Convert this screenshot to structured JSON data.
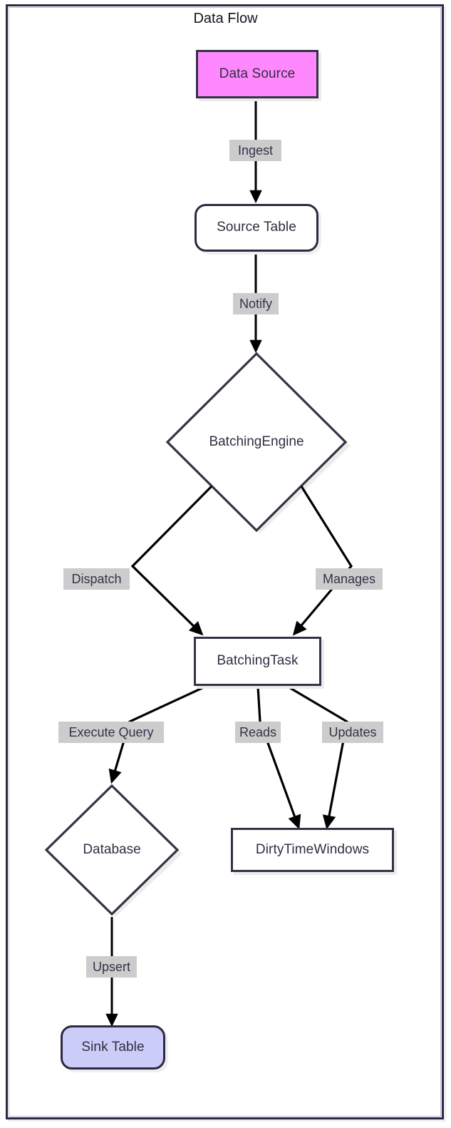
{
  "diagram": {
    "title": "Data Flow",
    "type": "flowchart",
    "direction": "top-down",
    "colors": {
      "frame_border": "#2b2a42",
      "frame_inner_border": "#b9bbd1",
      "node_stroke": "#333344",
      "node_text": "#2f2e41",
      "edge_stroke": "#000000",
      "edge_label_bg": "#cccccc",
      "data_source_fill": "#ff88ff",
      "sink_table_fill": "#ccccf9",
      "default_fill": "#ffffff"
    },
    "nodes": [
      {
        "id": "data_source",
        "label": "Data Source",
        "shape": "rect",
        "fill": "#ff88ff"
      },
      {
        "id": "source_table",
        "label": "Source Table",
        "shape": "rounded",
        "fill": "#ffffff"
      },
      {
        "id": "batching_engine",
        "label": "BatchingEngine",
        "shape": "diamond",
        "fill": "#ffffff"
      },
      {
        "id": "batching_task",
        "label": "BatchingTask",
        "shape": "rect",
        "fill": "#ffffff"
      },
      {
        "id": "database",
        "label": "Database",
        "shape": "diamond",
        "fill": "#ffffff"
      },
      {
        "id": "dirty_time_windows",
        "label": "DirtyTimeWindows",
        "shape": "rect",
        "fill": "#ffffff"
      },
      {
        "id": "sink_table",
        "label": "Sink Table",
        "shape": "rounded",
        "fill": "#ccccf9"
      }
    ],
    "edges": [
      {
        "from": "data_source",
        "to": "source_table",
        "label": "Ingest"
      },
      {
        "from": "source_table",
        "to": "batching_engine",
        "label": "Notify"
      },
      {
        "from": "batching_engine",
        "to": "batching_task",
        "label": "Dispatch"
      },
      {
        "from": "batching_engine",
        "to": "batching_task",
        "label": "Manages"
      },
      {
        "from": "batching_task",
        "to": "database",
        "label": "Execute Query"
      },
      {
        "from": "batching_task",
        "to": "dirty_time_windows",
        "label": "Reads"
      },
      {
        "from": "batching_task",
        "to": "dirty_time_windows",
        "label": "Updates"
      },
      {
        "from": "database",
        "to": "sink_table",
        "label": "Upsert"
      }
    ],
    "edge_labels": {
      "ingest": "Ingest",
      "notify": "Notify",
      "dispatch": "Dispatch",
      "manages": "Manages",
      "execute_query": "Execute Query",
      "reads": "Reads",
      "updates": "Updates",
      "upsert": "Upsert"
    },
    "node_labels": {
      "data_source": "Data Source",
      "source_table": "Source Table",
      "batching_engine": "BatchingEngine",
      "batching_task": "BatchingTask",
      "database": "Database",
      "dirty_time_windows": "DirtyTimeWindows",
      "sink_table": "Sink Table"
    }
  }
}
